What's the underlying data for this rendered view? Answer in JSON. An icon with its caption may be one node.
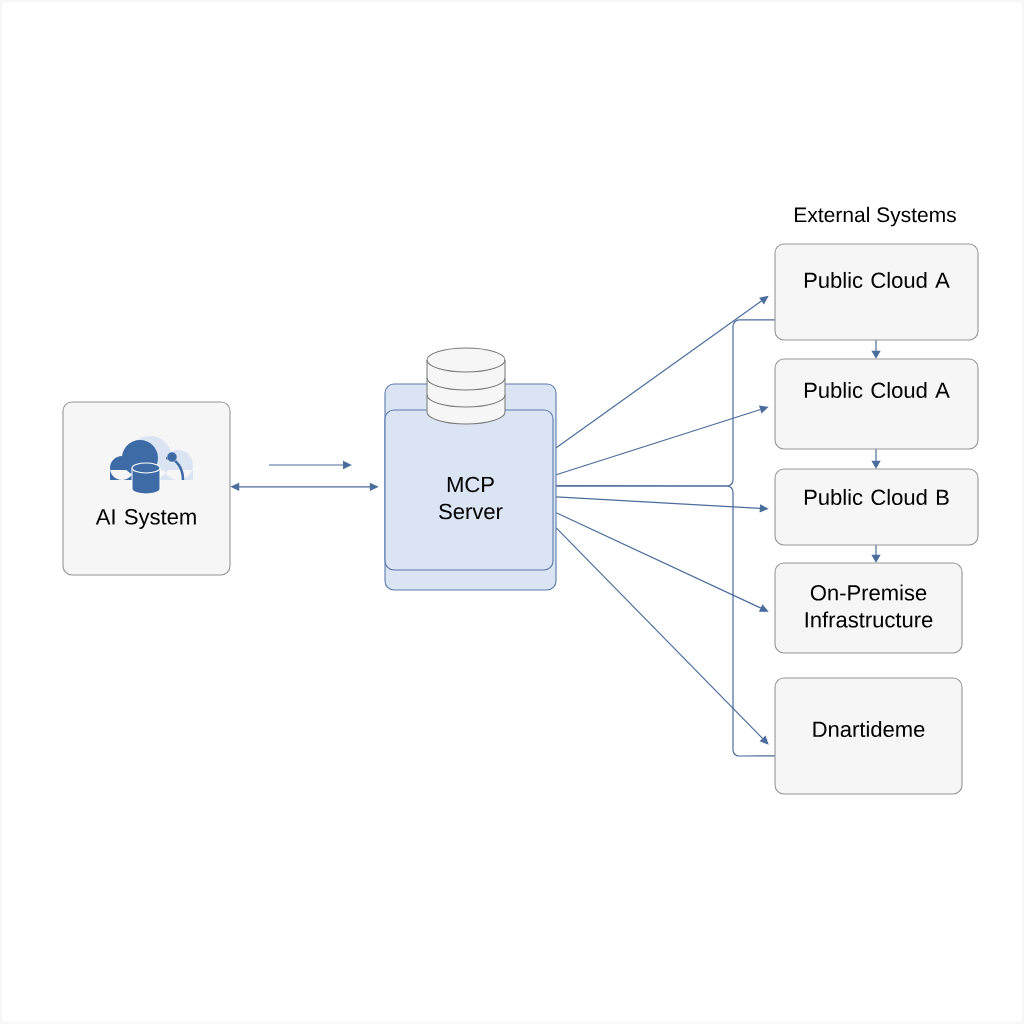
{
  "diagram": {
    "nodes": [
      {
        "text": [
          "AI System"
        ]
      },
      {
        "text": [
          "MCP Server"
        ]
      },
      {
        "text": [
          "Public Cloud A"
        ]
      },
      {
        "text": [
          "Public Cloud A"
        ]
      },
      {
        "text": [
          "Public Cloud B"
        ]
      },
      {
        "text": [
          "On-Premise Infrastructure"
        ]
      },
      {
        "text": [
          "Dnartideme"
        ]
      }
    ],
    "edges": [
      {
        "from": 0,
        "to": 1,
        "arrow": "both"
      },
      {
        "from": 1,
        "to": 2,
        "arrow": "to"
      },
      {
        "from": 1,
        "to": 3,
        "arrow": "to"
      },
      {
        "from": 1,
        "to": 4,
        "arrow": "to"
      },
      {
        "from": 1,
        "to": 5,
        "arrow": "to"
      },
      {
        "from": 1,
        "to": 6,
        "arrow": "to"
      },
      {
        "from": 1,
        "to": 2,
        "arrow": "none"
      },
      {
        "from": 1,
        "to": 6,
        "arrow": "none"
      },
      {
        "from": 2,
        "to": 3,
        "arrow": "to"
      },
      {
        "from": 3,
        "to": 4,
        "arrow": "to"
      },
      {
        "from": 4,
        "to": 5,
        "arrow": "to"
      }
    ],
    "labels": [
      "External Systems"
    ]
  }
}
